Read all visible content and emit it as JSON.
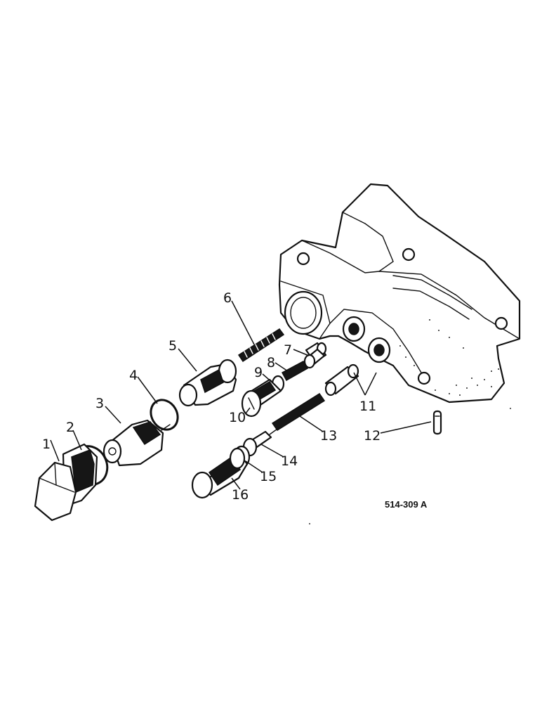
{
  "figure": {
    "reference": "514-309 A",
    "callouts": [
      {
        "id": "c1",
        "text": "1"
      },
      {
        "id": "c2",
        "text": "2"
      },
      {
        "id": "c3",
        "text": "3"
      },
      {
        "id": "c4",
        "text": "4"
      },
      {
        "id": "c5",
        "text": "5"
      },
      {
        "id": "c6",
        "text": "6"
      },
      {
        "id": "c7",
        "text": "7"
      },
      {
        "id": "c8",
        "text": "8"
      },
      {
        "id": "c9",
        "text": "9"
      },
      {
        "id": "c10",
        "text": "10"
      },
      {
        "id": "c11",
        "text": "11"
      },
      {
        "id": "c12",
        "text": "12"
      },
      {
        "id": "c13",
        "text": "13"
      },
      {
        "id": "c14",
        "text": "14"
      },
      {
        "id": "c15",
        "text": "15"
      },
      {
        "id": "c16",
        "text": "16"
      }
    ]
  }
}
